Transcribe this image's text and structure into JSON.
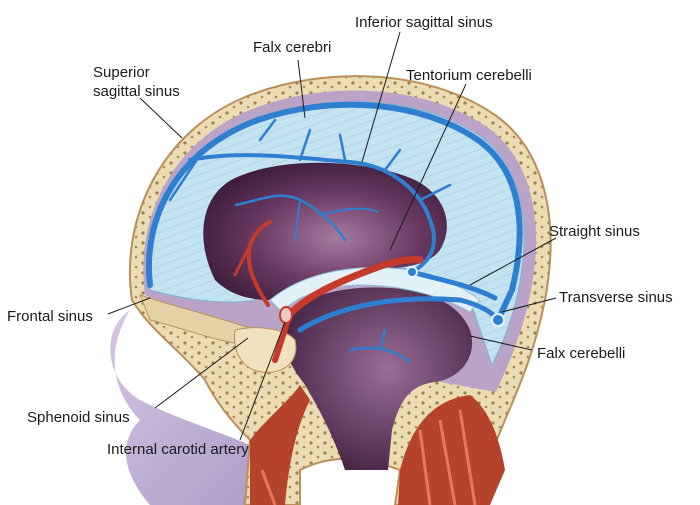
{
  "labels": {
    "superior_sagittal_sinus": [
      "Superior",
      "sagittal sinus"
    ],
    "falx_cerebri": "Falx cerebri",
    "inferior_sagittal_sinus": "Inferior sagittal sinus",
    "tentorium_cerebelli": "Tentorium cerebelli",
    "straight_sinus": "Straight sinus",
    "transverse_sinus": "Transverse sinus",
    "falx_cerebelli": "Falx cerebelli",
    "frontal_sinus": "Frontal sinus",
    "sphenoid_sinus": "Sphenoid sinus",
    "internal_carotid_artery": "Internal carotid artery"
  },
  "colors": {
    "skull_bone": "#e8d9b0",
    "dura_lining": "#b9a3c6",
    "meninges_blue": "#bfe0ef",
    "sinus_vein": "#2f7fd1",
    "brain_cavity": "#4e2a4a",
    "artery_red": "#c63a2b",
    "muscle": "#b5432c",
    "facial_shadow": "#b39ac9"
  }
}
